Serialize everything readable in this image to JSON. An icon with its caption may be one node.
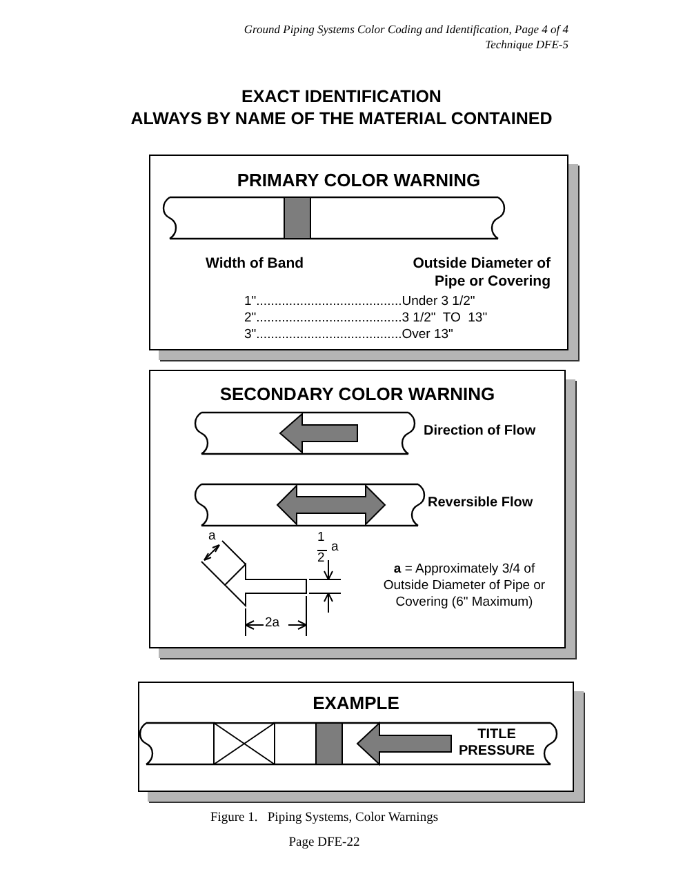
{
  "diagram": {
    "title": "EXACT IDENTIFICATION ALWAYS BY NAME OF THE MATERIAL CONTAINED",
    "caption": "Figure 1.   Piping Systems, Color Warnings",
    "nodes": [
      {
        "text": [
          "PRIMARY COLOR WARNING",
          "Width of Band",
          "Outside Diameter of Pipe or Covering",
          "1\"........................................Under 3 1/2\"",
          "2\"........................................3 1/2\"  TO  13\"",
          "3\"........................................Over 13\""
        ]
      },
      {
        "text": [
          "SECONDARY COLOR WARNING",
          "Direction of Flow",
          "Reversible Flow",
          "**a** = Approximately 3/4 of Outside Diameter of Pipe or Covering (6\" Maximum)"
        ]
      },
      {
        "text": [
          "EXAMPLE",
          "TITLE PRESSURE"
        ]
      }
    ],
    "labels": [
      "Ground Piping Systems Color Coding and Identification, Page 4 of 4",
      "Technique DFE-5",
      "a",
      "1",
      "2",
      "a",
      "2a",
      "Page DFE-22"
    ]
  }
}
